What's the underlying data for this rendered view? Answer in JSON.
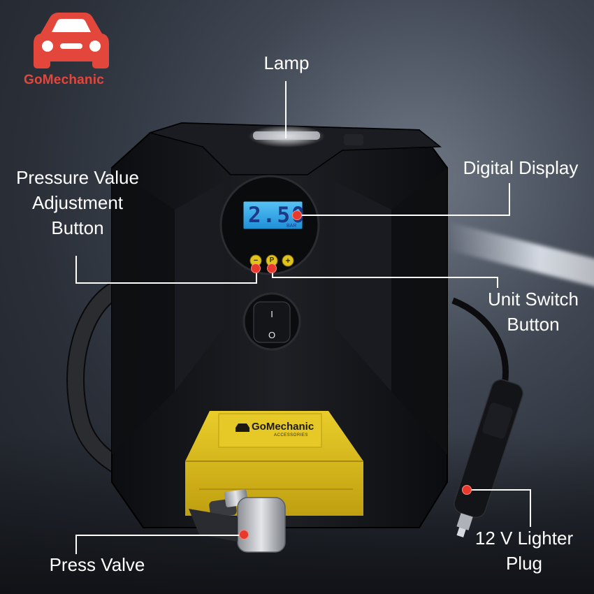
{
  "brand": {
    "logo_text": "GoMechanic",
    "device_brand_text": "GoMechanic",
    "device_brand_sub": "ACCESSORIES",
    "logo_color": "#e3473c"
  },
  "display": {
    "reading": "2.50",
    "unit": "BAR"
  },
  "switch": {
    "on_symbol": "I",
    "off_symbol": "O"
  },
  "buttons": {
    "minus": "−",
    "unit": "P",
    "plus": "+"
  },
  "callouts": {
    "lamp": "Lamp",
    "digital_display": "Digital Display",
    "pressure_line1": "Pressure Value",
    "pressure_line2": "Adjustment",
    "pressure_line3": "Button",
    "unit_line1": "Unit Switch",
    "unit_line2": "Button",
    "lighter_line1": "12 V Lighter",
    "lighter_line2": "Plug",
    "press_valve": "Press Valve"
  },
  "colors": {
    "device_body": "#15161a",
    "accent_yellow": "#e2c21d",
    "lcd_blue": "#2aa4e8",
    "callout_dot": "#e8392f"
  }
}
